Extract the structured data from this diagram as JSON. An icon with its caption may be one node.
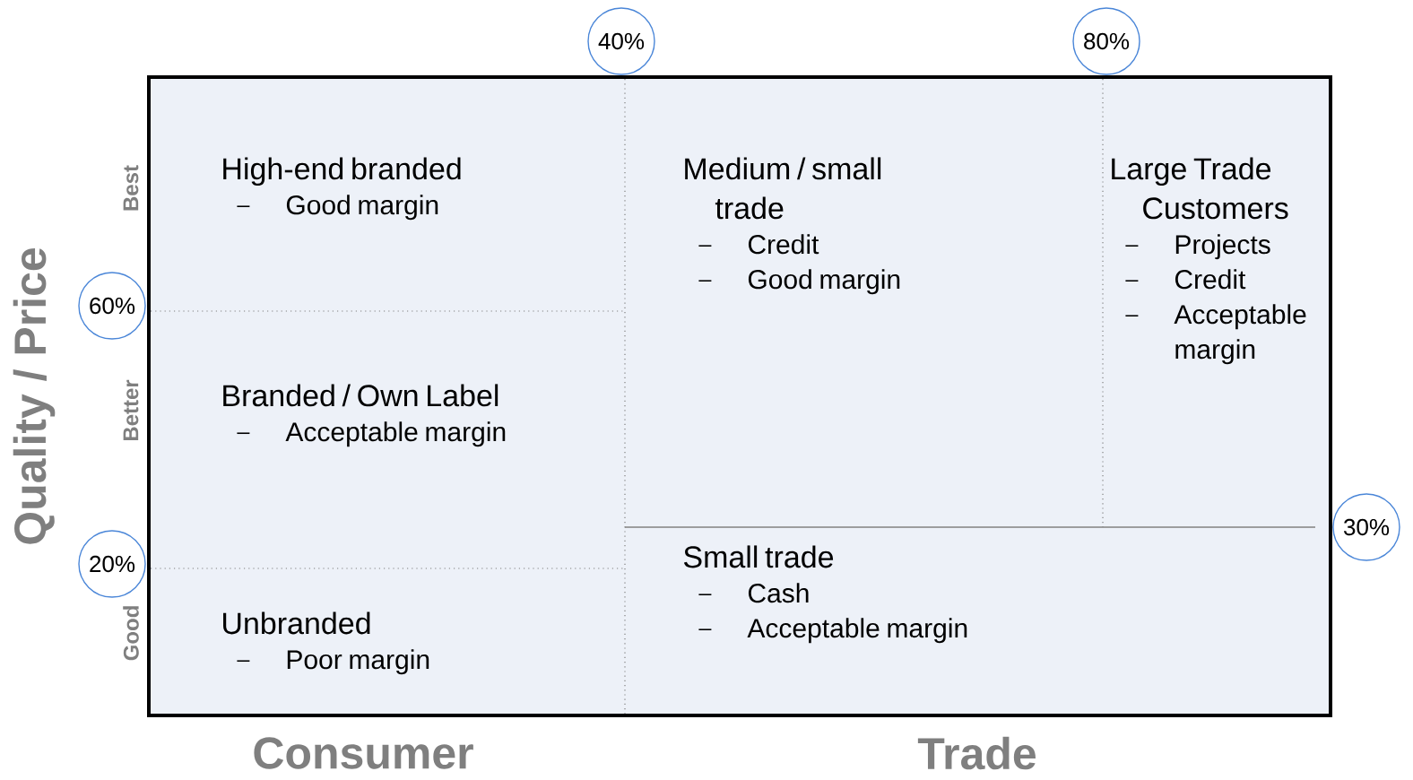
{
  "diagram": {
    "nodes": [
      {
        "text": [
          "40%"
        ]
      },
      {
        "text": [
          "80%"
        ]
      },
      {
        "text": [],
        "shape": "box"
      },
      {
        "text": [
          "High-end branded",
          "Good margin"
        ],
        "in": 2
      },
      {
        "text": [
          "Medium / small trade",
          "Credit",
          "Good margin"
        ],
        "in": 2
      },
      {
        "text": [
          "Large Trade Customers",
          "Projects",
          "Credit",
          "Acceptable margin"
        ],
        "in": 2
      },
      {
        "text": [
          "60%"
        ]
      },
      {
        "text": [
          "Branded / Own Label",
          "Acceptable margin"
        ],
        "in": 2
      },
      {
        "text": [
          "30%"
        ]
      },
      {
        "text": [
          "Small trade",
          "Cash",
          "Acceptable margin"
        ],
        "in": 2
      },
      {
        "text": [
          "20%"
        ]
      },
      {
        "text": [
          "Unbranded",
          "Poor margin"
        ],
        "in": 2
      }
    ],
    "labels": [
      "Best",
      "Better",
      "Good",
      "Quality / Price",
      "Consumer",
      "Trade"
    ]
  }
}
